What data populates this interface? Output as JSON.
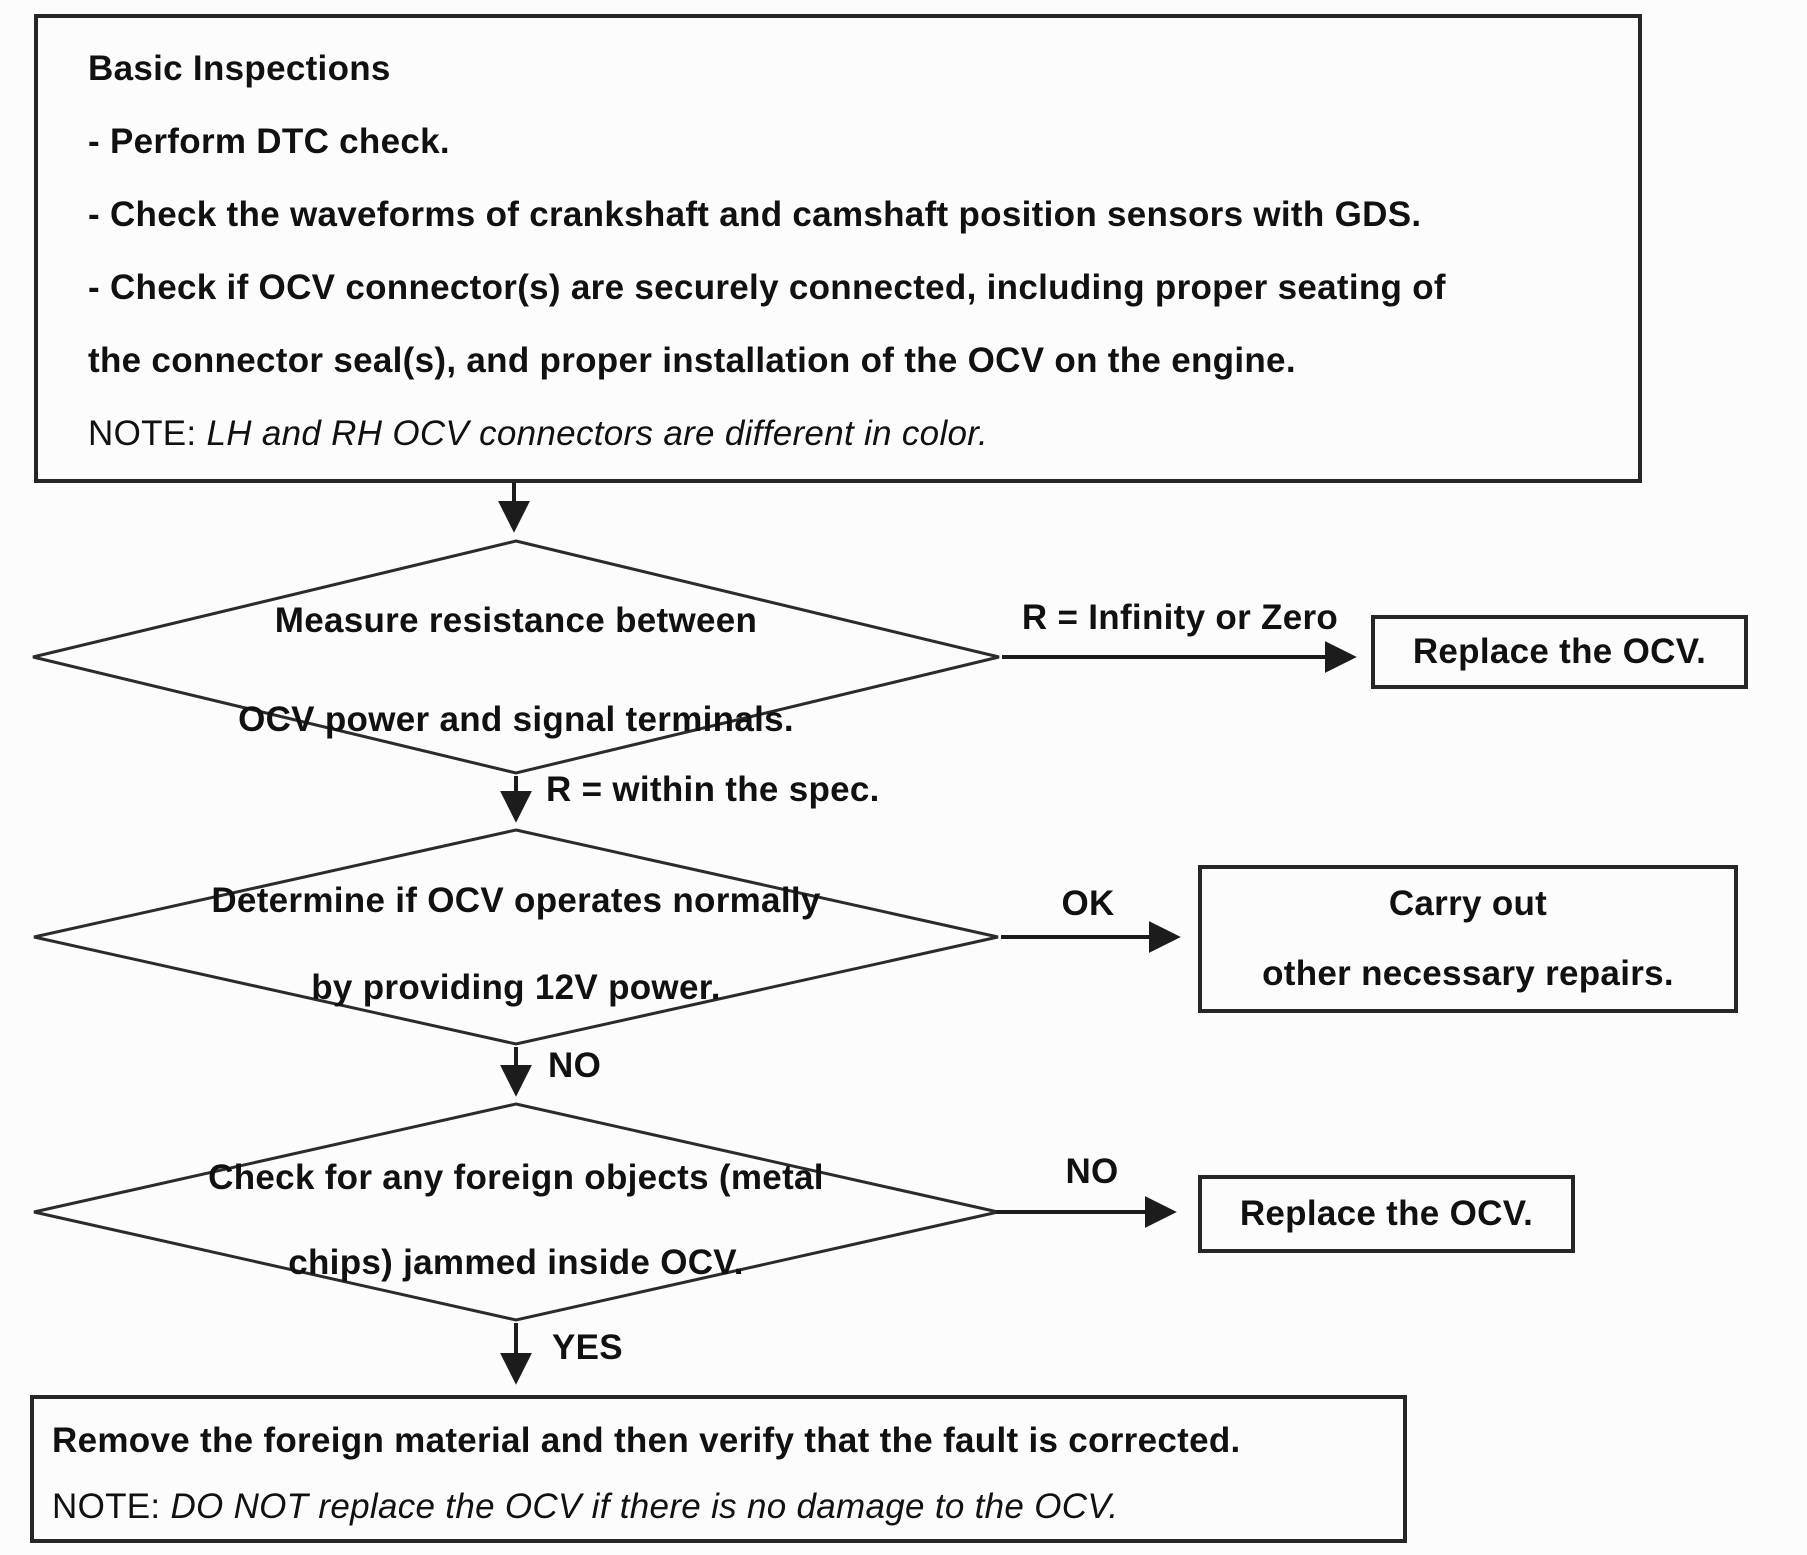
{
  "flowchart": {
    "start_box": {
      "title": "Basic Inspections",
      "item1": "- Perform DTC check.",
      "item2": "- Check the waveforms of crankshaft and camshaft position sensors with GDS.",
      "item3": "- Check if OCV connector(s) are securely connected, including proper seating of",
      "item3_cont": "the connector seal(s), and proper installation of the OCV on the engine.",
      "note_prefix": "NOTE:",
      "note_italic": "LH and RH OCV connectors are different in color."
    },
    "diamond_resistance": {
      "line1": "Measure resistance between",
      "line2": "OCV power and signal terminals."
    },
    "label_r_infinity": "R = Infinity or Zero",
    "label_r_within_spec": "R = within the spec.",
    "box_replace_ocv_1": "Replace the OCV.",
    "diamond_operate": {
      "line1": "Determine if OCV operates normally",
      "line2": "by providing 12V power."
    },
    "label_ok": "OK",
    "box_carry_out": {
      "line1": "Carry out",
      "line2": "other necessary repairs."
    },
    "label_no_down": "NO",
    "diamond_foreign": {
      "line1": "Check for any foreign objects (metal",
      "line2": "chips) jammed inside OCV."
    },
    "label_no_right": "NO",
    "box_replace_ocv_2": "Replace the OCV.",
    "label_yes": "YES",
    "end_box": {
      "line1": "Remove the foreign material and then verify that the fault is corrected.",
      "note_prefix": "NOTE:",
      "note_italic": "DO NOT replace the OCV if there is no damage to the OCV."
    },
    "colors": {
      "line": "#262626",
      "background": "#fcfcfc",
      "text": "#111111"
    }
  }
}
